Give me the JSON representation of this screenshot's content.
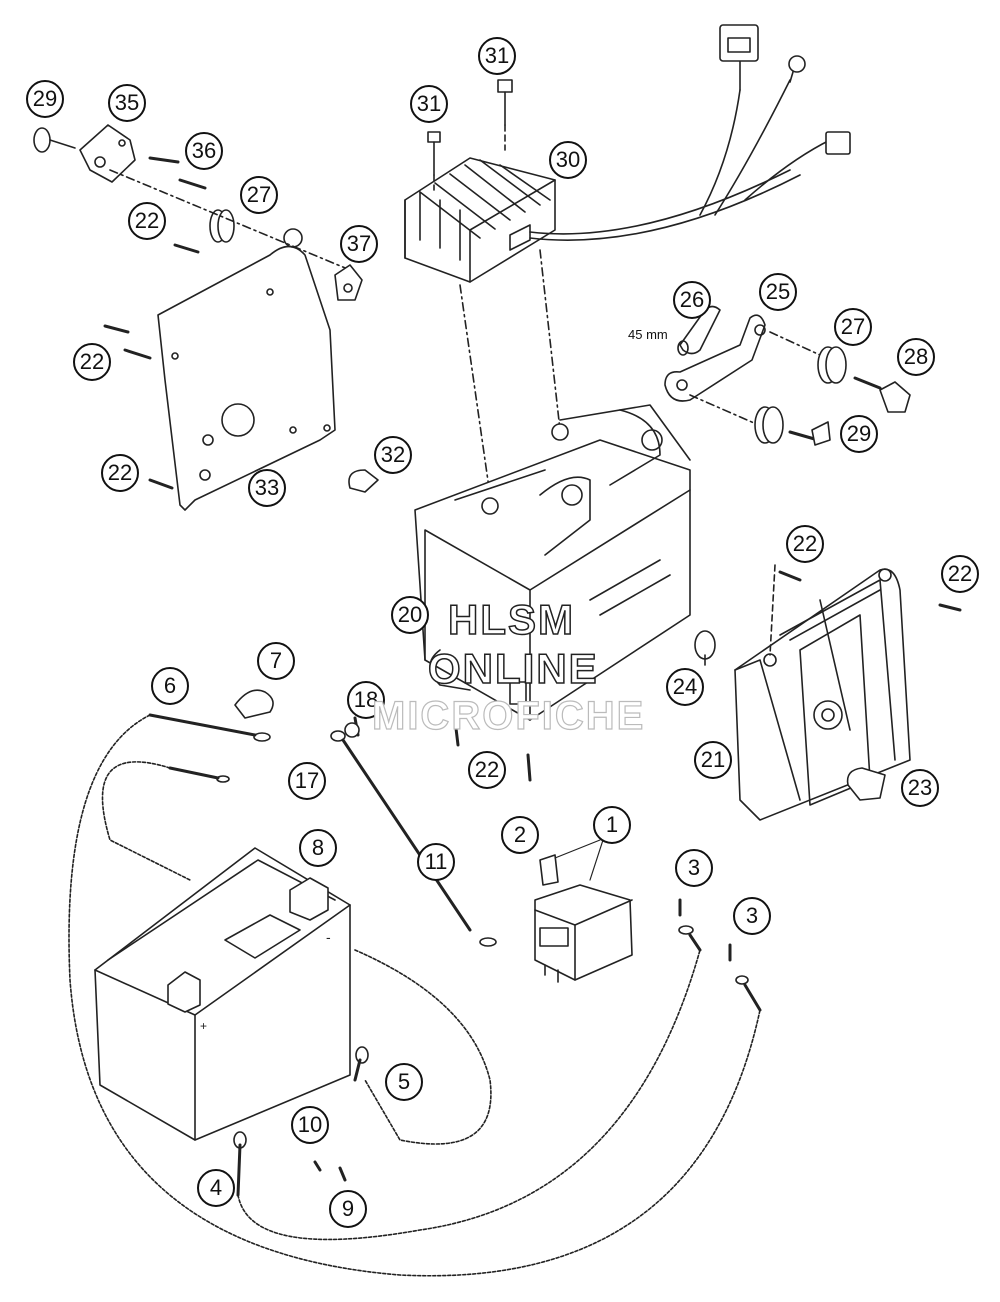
{
  "callouts": {
    "c1": "1",
    "c2": "2",
    "c3a": "3",
    "c3b": "3",
    "c4": "4",
    "c5": "5",
    "c6": "6",
    "c7": "7",
    "c8": "8",
    "c9": "9",
    "c10": "10",
    "c11": "11",
    "c17": "17",
    "c18": "18",
    "c20": "20",
    "c21": "21",
    "c22a": "22",
    "c22b": "22",
    "c22c": "22",
    "c22d": "22",
    "c22e": "22",
    "c22f": "22",
    "c23": "23",
    "c24": "24",
    "c25": "25",
    "c26": "26",
    "c27a": "27",
    "c27b": "27",
    "c28": "28",
    "c29a": "29",
    "c29b": "29",
    "c30": "30",
    "c31a": "31",
    "c31b": "31",
    "c32": "32",
    "c33": "33",
    "c35": "35",
    "c36": "36",
    "c37": "37"
  },
  "dimension_label": "45 mm",
  "watermark": {
    "line1": "HLSM",
    "line2": "ONLINE",
    "line3": "MICROFICHE"
  }
}
